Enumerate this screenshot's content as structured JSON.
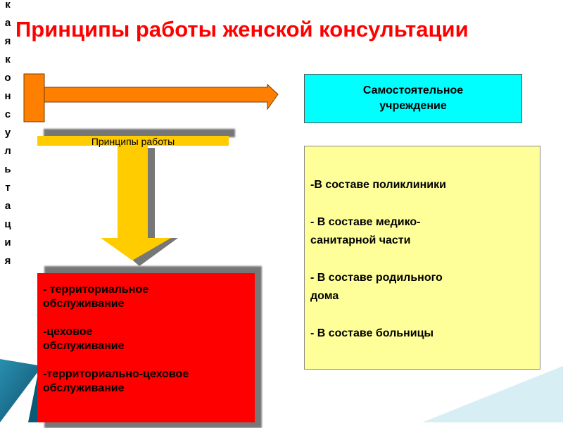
{
  "title": "Принципы работы женской консультации",
  "vertical_letters": [
    "к",
    "а",
    "я",
    "к",
    "о",
    "н",
    "с",
    "у",
    "л",
    "ь",
    "т",
    "а",
    "ц",
    "и",
    "я"
  ],
  "independent_box": "Самостоятельное\nучреждение",
  "principles_label": "Принципы работы",
  "red_box": [
    "- территориальное\nобслуживание",
    "-цеховое\nобслуживание",
    "-территориально-цеховое\n обслуживание"
  ],
  "yellow_box": [
    "-В составе поликлиники",
    "- В составе медико-\nсанитарной  части",
    "- В составе родильного\nдома",
    "- В составе больницы"
  ],
  "colors": {
    "title": "#ff0000",
    "arrow_orange": "#ff8000",
    "cyan": "#00ffff",
    "yellow": "#ffcc00",
    "red": "#ff0000",
    "light_yellow": "#ffff99"
  }
}
